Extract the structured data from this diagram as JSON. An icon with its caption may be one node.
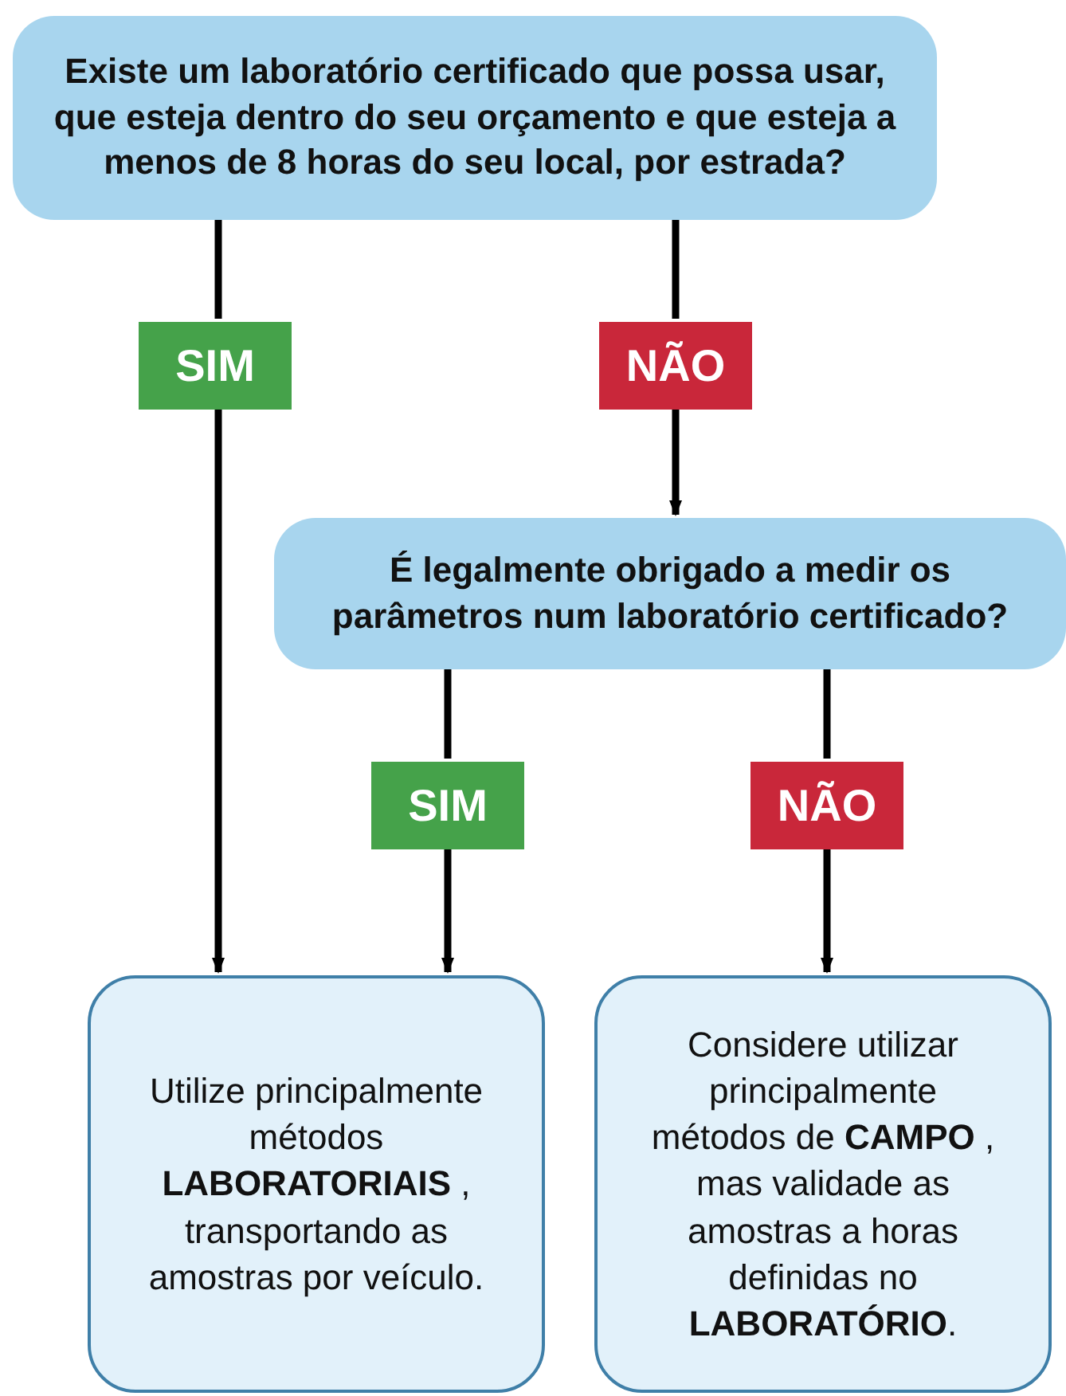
{
  "diagram": {
    "nodes": [
      {
        "text": [
          "Existe um laboratório certificado que possa usar, que esteja dentro do seu orçamento e que esteja a menos de 8 horas do seu local, por estrada?"
        ]
      },
      {
        "text": [
          "SIM"
        ]
      },
      {
        "text": [
          "NÃO"
        ]
      },
      {
        "text": [
          "É legalmente obrigado a medir os parâmetros num laboratório certificado?"
        ]
      },
      {
        "text": [
          "SIM"
        ]
      },
      {
        "text": [
          "NÃO"
        ]
      },
      {
        "text": [
          "Utilize principalmente métodos **LABORATORIAIS** , transportando as amostras por veículo."
        ]
      },
      {
        "text": [
          "Considere utilizar principalmente métodos de **CAMPO** , mas validade as amostras a horas definidas no **LABORATÓRIO**."
        ]
      }
    ],
    "edges": [
      {
        "from": 0,
        "to": 1,
        "arrow": "none"
      },
      {
        "from": 1,
        "to": 6,
        "arrow": "to"
      },
      {
        "from": 0,
        "to": 2,
        "arrow": "none"
      },
      {
        "from": 2,
        "to": 3,
        "arrow": "to"
      },
      {
        "from": 3,
        "to": 4,
        "arrow": "none"
      },
      {
        "from": 4,
        "to": 6,
        "arrow": "to"
      },
      {
        "from": 3,
        "to": 5,
        "arrow": "none"
      },
      {
        "from": 5,
        "to": 7,
        "arrow": "to"
      }
    ]
  }
}
